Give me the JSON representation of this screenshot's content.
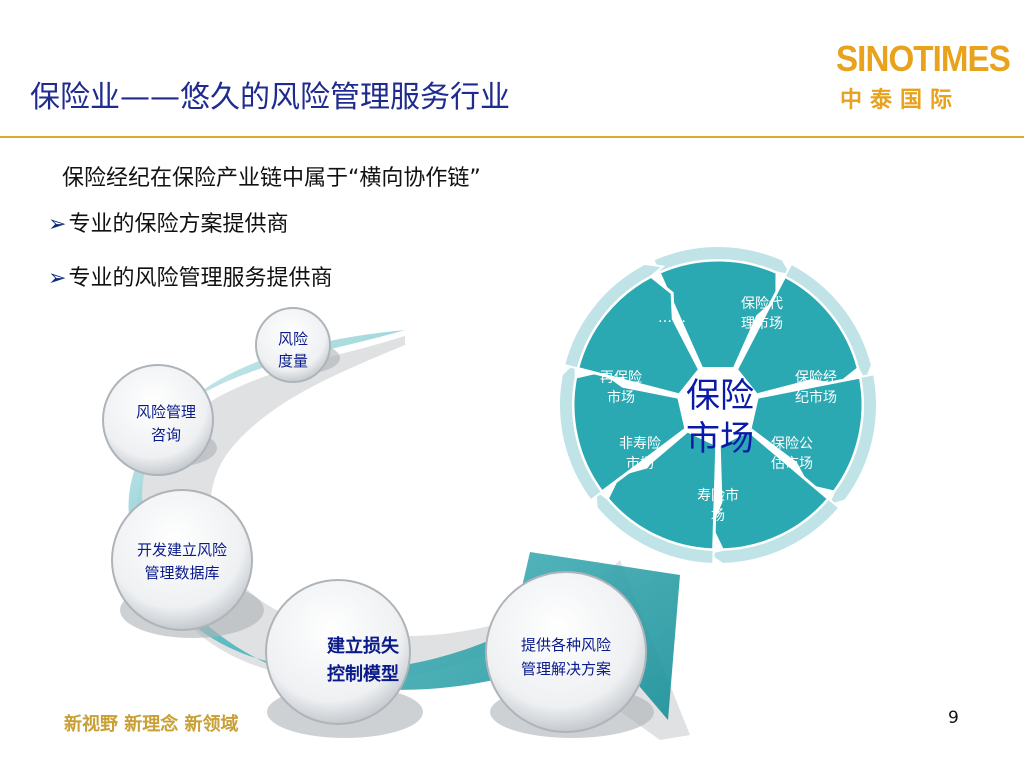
{
  "header": {
    "title": "保险业——悠久的风险管理服务行业",
    "logo_en": "SINOTIMES",
    "logo_cn": "中泰国际"
  },
  "content": {
    "subtitle": "保险经纪在保险产业链中属于“横向协作链”",
    "bullet_arrow": "➢",
    "bullets": [
      "专业的保险方案提供商",
      "专业的风险管理服务提供商"
    ]
  },
  "services": {
    "risk_measure": [
      "风险",
      "度量"
    ],
    "risk_consult": [
      "风险管理",
      "咨询"
    ],
    "database": [
      "开发建立风险",
      "管理数据库"
    ],
    "loss_control": [
      "建立损失",
      "控制模型"
    ],
    "solutions": [
      "提供各种风险",
      "管理解决方案"
    ]
  },
  "market": {
    "center": [
      "保险",
      "市场"
    ],
    "segments": {
      "ellipsis": "……",
      "agent": [
        "保险代",
        "理市场"
      ],
      "broker": [
        "保险经",
        "纪市场"
      ],
      "assessor": [
        "保险公",
        "估市场"
      ],
      "life": [
        "寿险市",
        "场"
      ],
      "non_life": [
        "非寿险",
        "市场"
      ],
      "reinsurance": [
        "再保险",
        "市场"
      ]
    }
  },
  "footer": {
    "slogan": "新视野  新理念  新领域",
    "page_number": "9"
  },
  "colors": {
    "title": "#1f2b8f",
    "accent": "#e8a21c",
    "teal": "#2aa9b2",
    "teal_light": "#bfe3e6",
    "market_text": "#0a1aa8"
  }
}
